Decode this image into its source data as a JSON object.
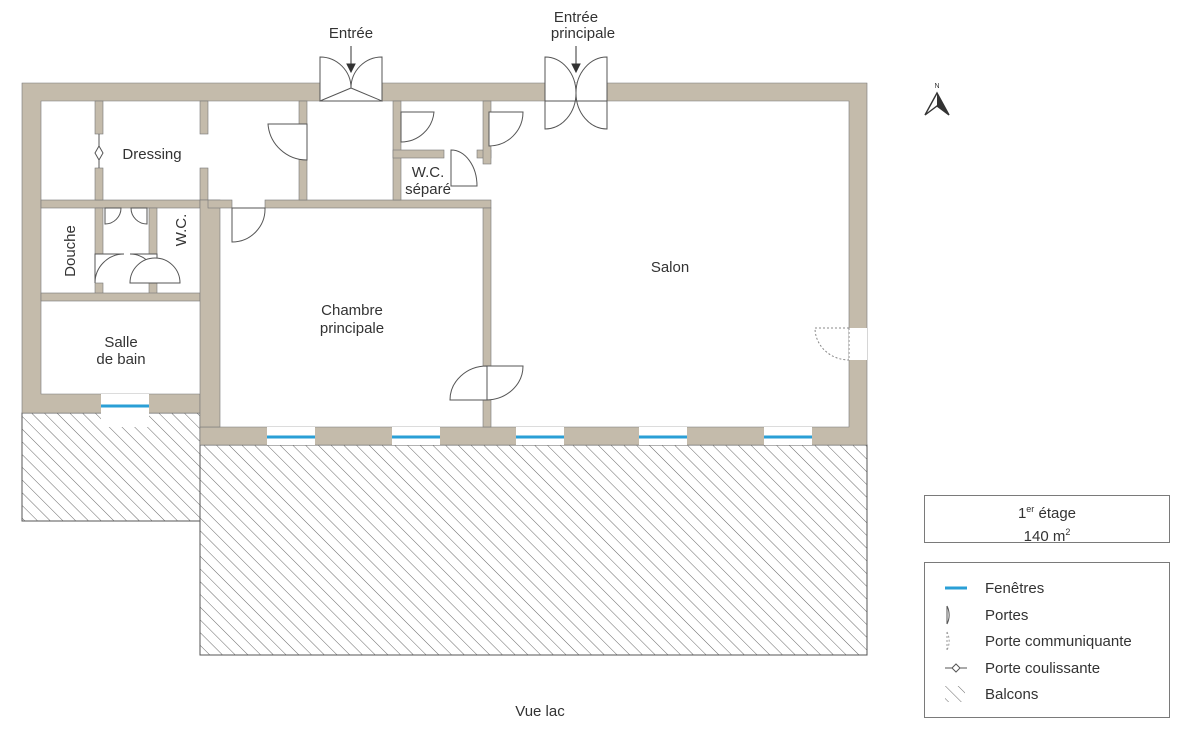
{
  "rooms": {
    "dressing": "Dressing",
    "douche": "Douche",
    "wc": "W.C.",
    "wc_separe_line1": "W.C.",
    "wc_separe_line2": "séparé",
    "salle_de_bain_line1": "Salle",
    "salle_de_bain_line2": "de bain",
    "chambre_line1": "Chambre",
    "chambre_line2": "principale",
    "salon": "Salon"
  },
  "entrances": {
    "entree": "Entrée",
    "principale_line1": "Entrée",
    "principale_line2": "principale"
  },
  "compass": {
    "letter": "N",
    "icon": "north-arrow-icon"
  },
  "floor": {
    "level_number": "1",
    "level_suffix": "er",
    "level_word": "étage",
    "area_value": "140 m",
    "area_unit_sup": "2"
  },
  "legend": {
    "windows": "Fenêtres",
    "doors": "Portes",
    "connecting_door": "Porte communiquante",
    "sliding_door": "Porte coulissante",
    "balconies": "Balcons"
  },
  "view": "Vue lac",
  "colors": {
    "wall": "#c4bbab",
    "window": "#2a9fd6",
    "line": "#555555"
  }
}
